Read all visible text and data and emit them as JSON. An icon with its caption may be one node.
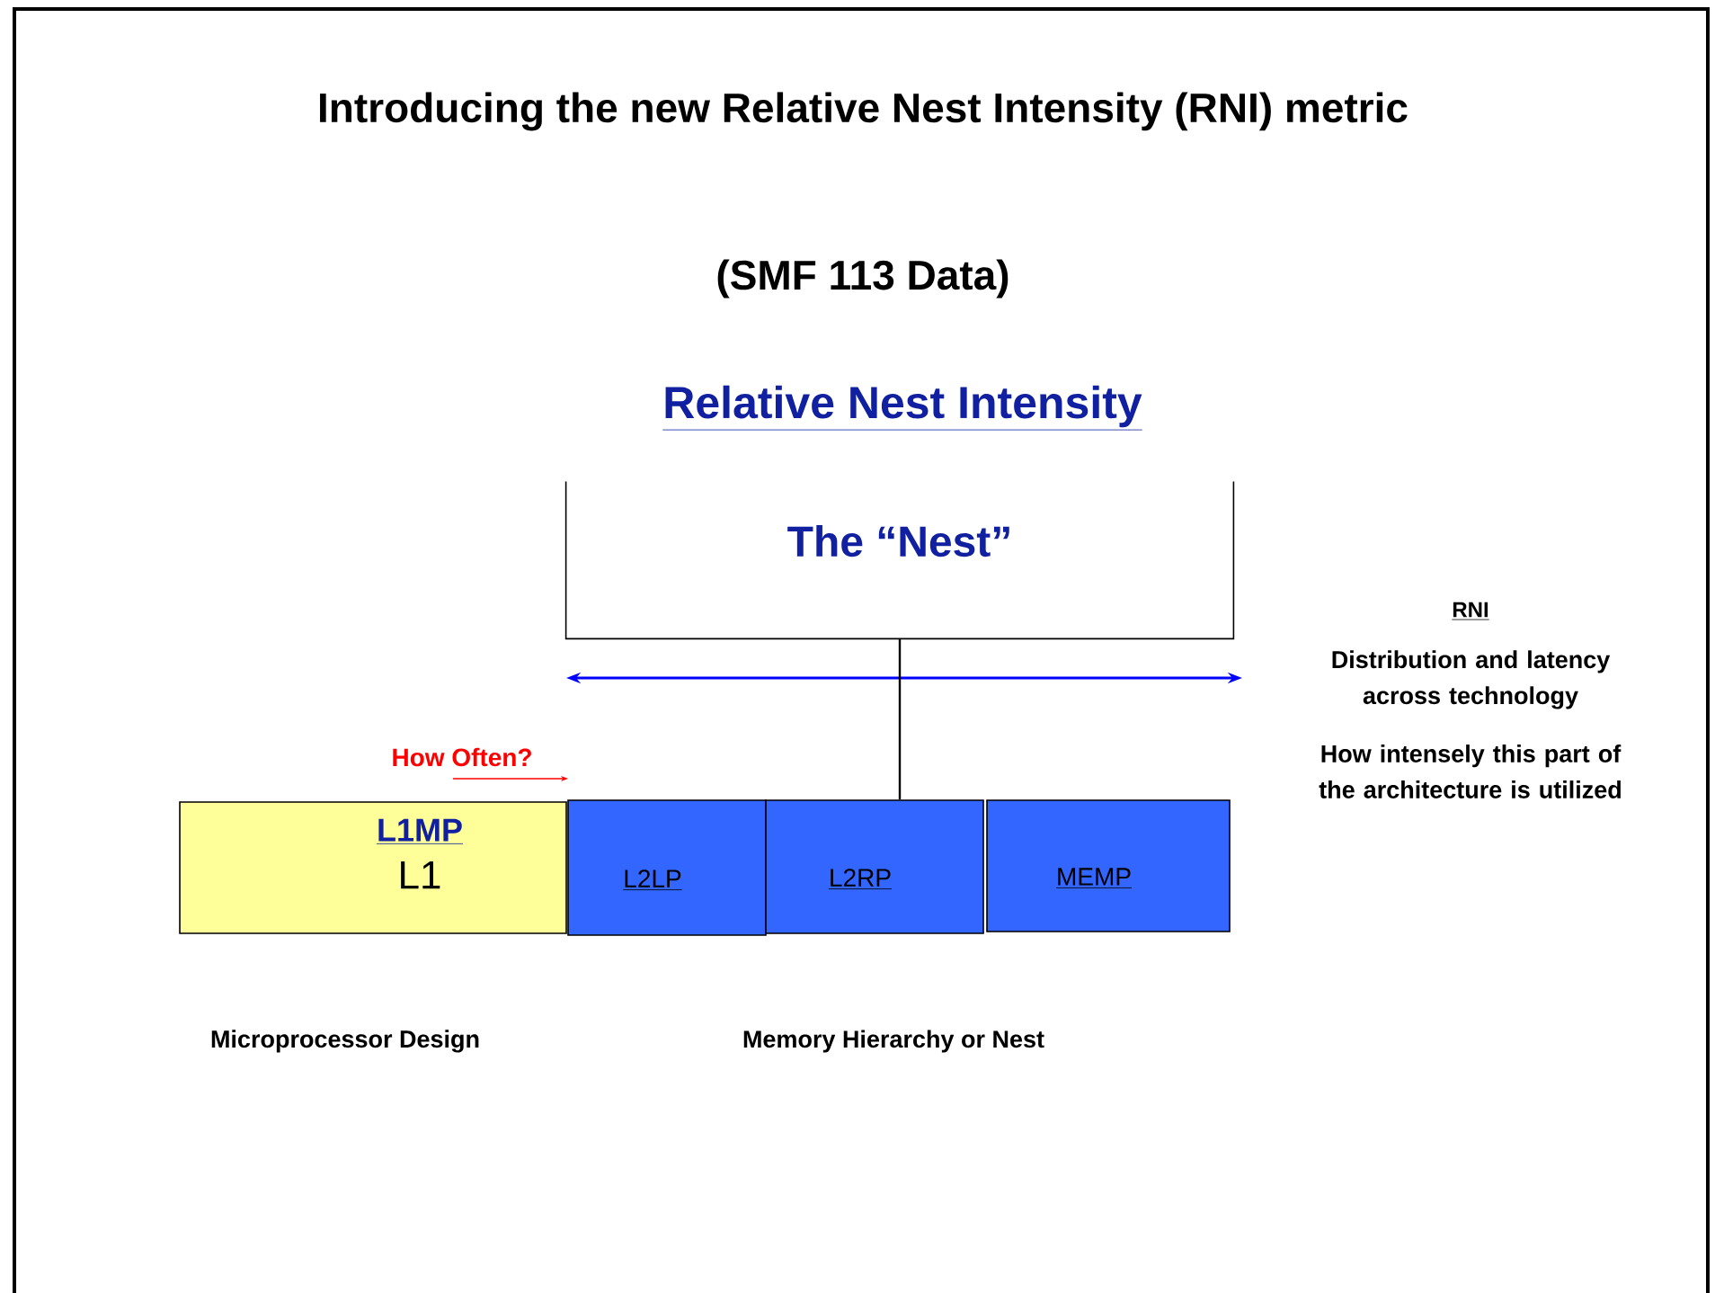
{
  "diagram": {
    "title": "Introducing the new Relative Nest Intensity (RNI) metric",
    "nodes": [
      {
        "text": [
          "The “Nest”"
        ]
      },
      {
        "text": [
          "L1MP",
          "L1"
        ]
      },
      {
        "text": [
          "L2LP"
        ]
      },
      {
        "text": [
          "L2RP"
        ]
      },
      {
        "text": [
          "MEMP"
        ]
      }
    ],
    "edges": [
      {
        "from": 0,
        "to": 3,
        "arrow": "none"
      }
    ],
    "labels": [
      "(SMF 113 Data)",
      "Relative Nest Intensity",
      "RNI",
      "Distribution and latency across technology",
      "How intensely this part of the architecture is utilized",
      "How Often?",
      "Microprocessor Design",
      "Memory Hierarchy or Nest"
    ]
  }
}
